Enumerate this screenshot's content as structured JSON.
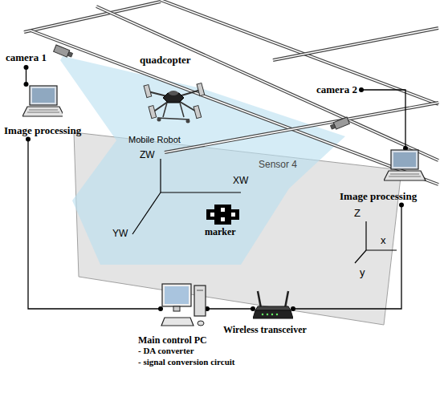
{
  "diagram": {
    "nodes": [
      {
        "text": [
          "camera 1"
        ]
      },
      {
        "text": [
          "Image processing"
        ]
      },
      {
        "text": [
          "quadcopter"
        ]
      },
      {
        "text": [
          "camera 2"
        ]
      },
      {
        "text": [
          "Image processing"
        ]
      },
      {
        "text": [
          "marker"
        ]
      },
      {
        "text": [
          "Main control PC",
          "- DA converter",
          "- signal conversion circuit"
        ]
      },
      {
        "text": [
          "Wireless transceiver"
        ]
      }
    ],
    "edges": [
      {
        "from": 0,
        "to": 1,
        "arrow": "none"
      },
      {
        "from": 1,
        "to": 6,
        "arrow": "none"
      },
      {
        "from": 6,
        "to": 7,
        "arrow": "none"
      },
      {
        "from": 7,
        "to": 4,
        "arrow": "none"
      },
      {
        "from": 3,
        "to": 4,
        "arrow": "none"
      }
    ],
    "labels": [
      "Mobile Robot",
      "Sensor 4",
      "ZW",
      "XW",
      "YW",
      "Z",
      "x",
      "y"
    ]
  }
}
